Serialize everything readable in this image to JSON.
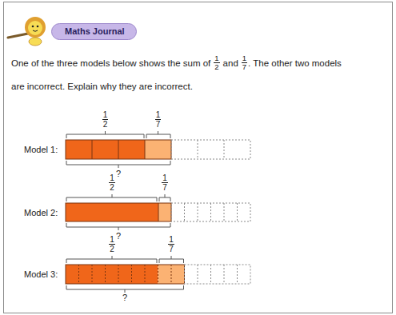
{
  "diagram": {
    "nodes": [
      {
        "text": [
          "Maths Journal"
        ]
      }
    ],
    "labels": [
      "One of the three models below shows the sum of",
      "1",
      "2",
      "and",
      "1",
      "7",
      ". The other two models",
      "are incorrect. Explain why they are incorrect.",
      "Model 1:",
      "1",
      "2",
      "1",
      "7",
      "?",
      "Model 2:",
      "1",
      "2",
      "1",
      "7",
      "?",
      "Model 3:",
      "1",
      "2",
      "1",
      "7",
      "?"
    ]
  }
}
